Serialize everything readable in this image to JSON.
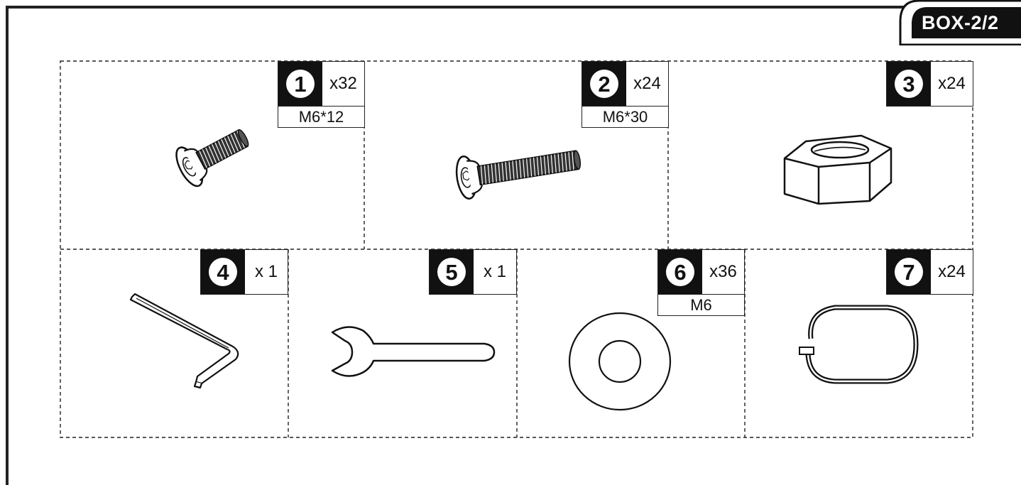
{
  "box_label": "BOX-2/2",
  "items": [
    {
      "number": "1",
      "quantity": "x32",
      "spec": "M6*12",
      "icon": "short-socket-screw-icon"
    },
    {
      "number": "2",
      "quantity": "x24",
      "spec": "M6*30",
      "icon": "long-socket-screw-icon"
    },
    {
      "number": "3",
      "quantity": "x24",
      "icon": "hex-nut-icon"
    },
    {
      "number": "4",
      "quantity": "x 1",
      "icon": "allen-key-icon"
    },
    {
      "number": "5",
      "quantity": "x 1",
      "icon": "wrench-icon"
    },
    {
      "number": "6",
      "quantity": "x36",
      "spec": "M6",
      "icon": "washer-icon"
    },
    {
      "number": "7",
      "quantity": "x24",
      "icon": "split-ring-icon"
    }
  ]
}
